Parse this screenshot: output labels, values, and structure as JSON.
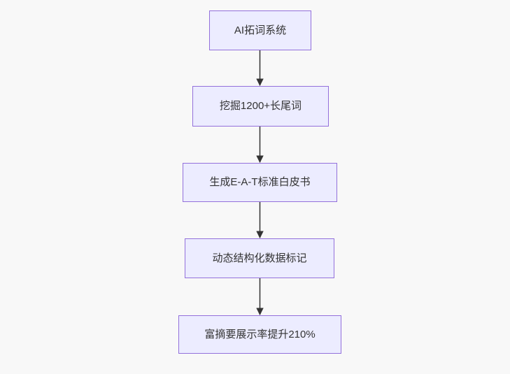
{
  "diagram": {
    "type": "flowchart",
    "direction": "top-down",
    "nodes": [
      {
        "id": "n1",
        "label": "AI拓词系统"
      },
      {
        "id": "n2",
        "label": "挖掘1200+长尾词"
      },
      {
        "id": "n3",
        "label": "生成E-A-T标准白皮书"
      },
      {
        "id": "n4",
        "label": "动态结构化数据标记"
      },
      {
        "id": "n5",
        "label": "富摘要展示率提升210%"
      }
    ],
    "edges": [
      {
        "from": "n1",
        "to": "n2"
      },
      {
        "from": "n2",
        "to": "n3"
      },
      {
        "from": "n3",
        "to": "n4"
      },
      {
        "from": "n4",
        "to": "n5"
      }
    ],
    "colors": {
      "node_fill": "#ECECFF",
      "node_border": "#9370DB",
      "text": "#333333",
      "arrow": "#333333",
      "background": "#f8f8f8"
    }
  }
}
